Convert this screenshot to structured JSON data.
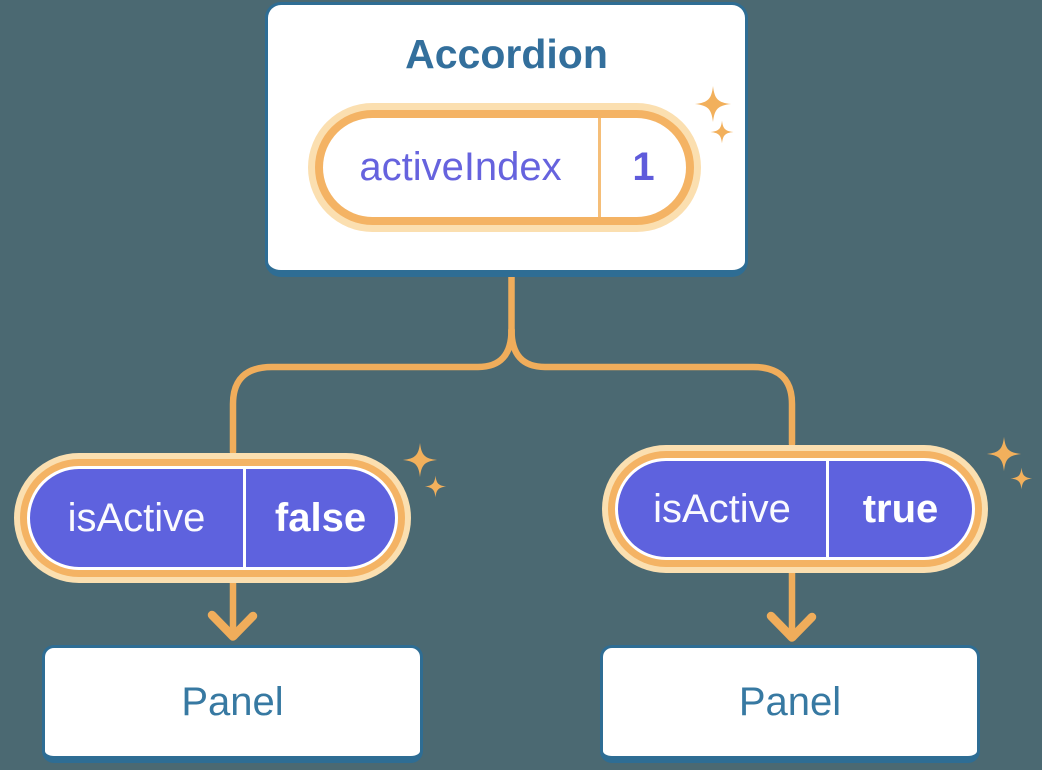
{
  "background_color": "#4B6972",
  "accordion": {
    "title": "Accordion",
    "pill": {
      "label": "activeIndex",
      "value": "1"
    }
  },
  "children": [
    {
      "pill": {
        "label": "isActive",
        "value": "false"
      },
      "panel_title": "Panel"
    },
    {
      "pill": {
        "label": "isActive",
        "value": "true"
      },
      "panel_title": "Panel"
    }
  ],
  "colors": {
    "background": "#4B6972",
    "card_border_blue": "#2E6D94",
    "accordion_title_blue": "#336F9C",
    "panel_text_blue": "#3779A2",
    "connector_orange": "#F0AD5B",
    "pill_ring_orange": "#F4B364",
    "pill_halo_orange": "#FBDFB0",
    "pill_purple": "#5E62DE",
    "pill_text_purple": "#6663DE",
    "pill_text_white": "#FAFAFE",
    "sparkle_orange": "#F2B05C"
  }
}
